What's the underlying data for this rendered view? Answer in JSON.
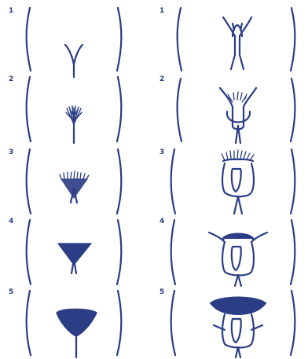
{
  "colors": {
    "ink": "#2a3d85",
    "background": "#ffffff"
  },
  "columns": [
    {
      "id": "female",
      "stages": [
        {
          "label": "1",
          "stage": 1
        },
        {
          "label": "2",
          "stage": 2
        },
        {
          "label": "3",
          "stage": 3
        },
        {
          "label": "4",
          "stage": 4
        },
        {
          "label": "5",
          "stage": 5
        }
      ]
    },
    {
      "id": "male",
      "stages": [
        {
          "label": "1",
          "stage": 1
        },
        {
          "label": "2",
          "stage": 2
        },
        {
          "label": "3",
          "stage": 3
        },
        {
          "label": "4",
          "stage": 4
        },
        {
          "label": "5",
          "stage": 5
        }
      ]
    }
  ]
}
